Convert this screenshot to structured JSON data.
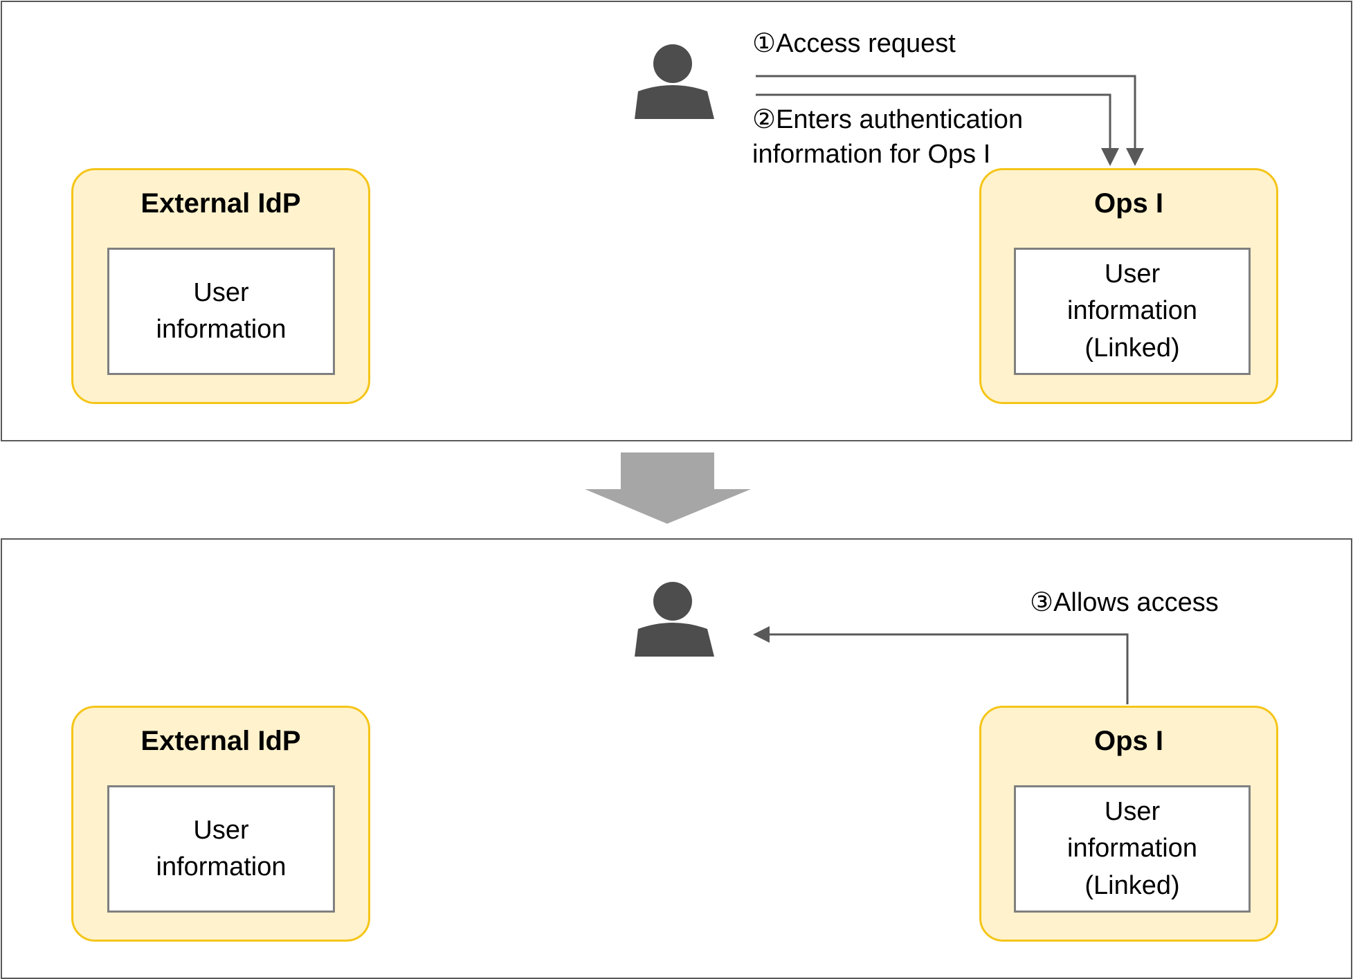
{
  "top_panel": {
    "external_idp": {
      "title": "External IdP",
      "user_info": [
        "User",
        "information"
      ]
    },
    "ops_i": {
      "title": "Ops I",
      "user_info": [
        "User",
        "information",
        "(Linked)"
      ]
    },
    "step1": "①Access request",
    "step2": [
      "②Enters authentication",
      "information for Ops I"
    ]
  },
  "bottom_panel": {
    "external_idp": {
      "title": "External IdP",
      "user_info": [
        "User",
        "information"
      ]
    },
    "ops_i": {
      "title": "Ops I",
      "user_info": [
        "User",
        "information",
        "(Linked)"
      ]
    },
    "step3": "③Allows access"
  },
  "colors": {
    "system_fill": "#fff2cc",
    "system_border": "#f5c518",
    "user_icon": "#4d4d4d",
    "transition_arrow": "#a6a6a6",
    "connector": "#595959"
  },
  "icons": {
    "user": "user-icon",
    "transition": "down-arrow-icon"
  }
}
